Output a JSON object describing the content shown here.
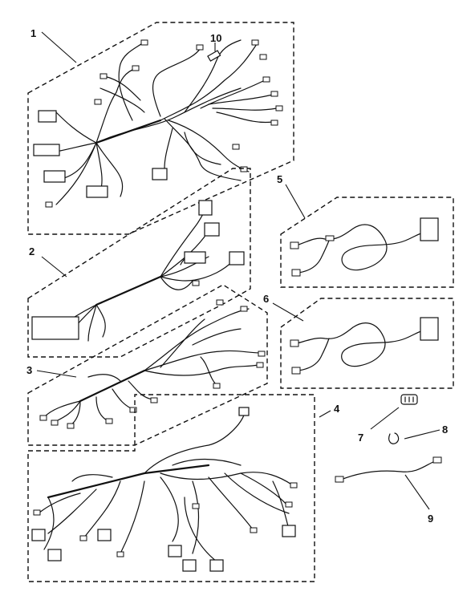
{
  "diagram": {
    "type": "exploded parts diagram",
    "parts": [
      {
        "callout": "1",
        "kind": "wire harness",
        "style": "dashed-box"
      },
      {
        "callout": "2",
        "kind": "wire harness",
        "style": "dashed-box"
      },
      {
        "callout": "3",
        "kind": "wire harness",
        "style": "dashed-box"
      },
      {
        "callout": "4",
        "kind": "wire harness",
        "style": "dashed-box"
      },
      {
        "callout": "5",
        "kind": "wire harness",
        "style": "dashed-box"
      },
      {
        "callout": "6",
        "kind": "wire harness",
        "style": "dashed-box"
      },
      {
        "callout": "7",
        "kind": "clip"
      },
      {
        "callout": "8",
        "kind": "ring clip"
      },
      {
        "callout": "9",
        "kind": "jumper wire"
      },
      {
        "callout": "10",
        "kind": "in-line sleeve"
      }
    ]
  }
}
